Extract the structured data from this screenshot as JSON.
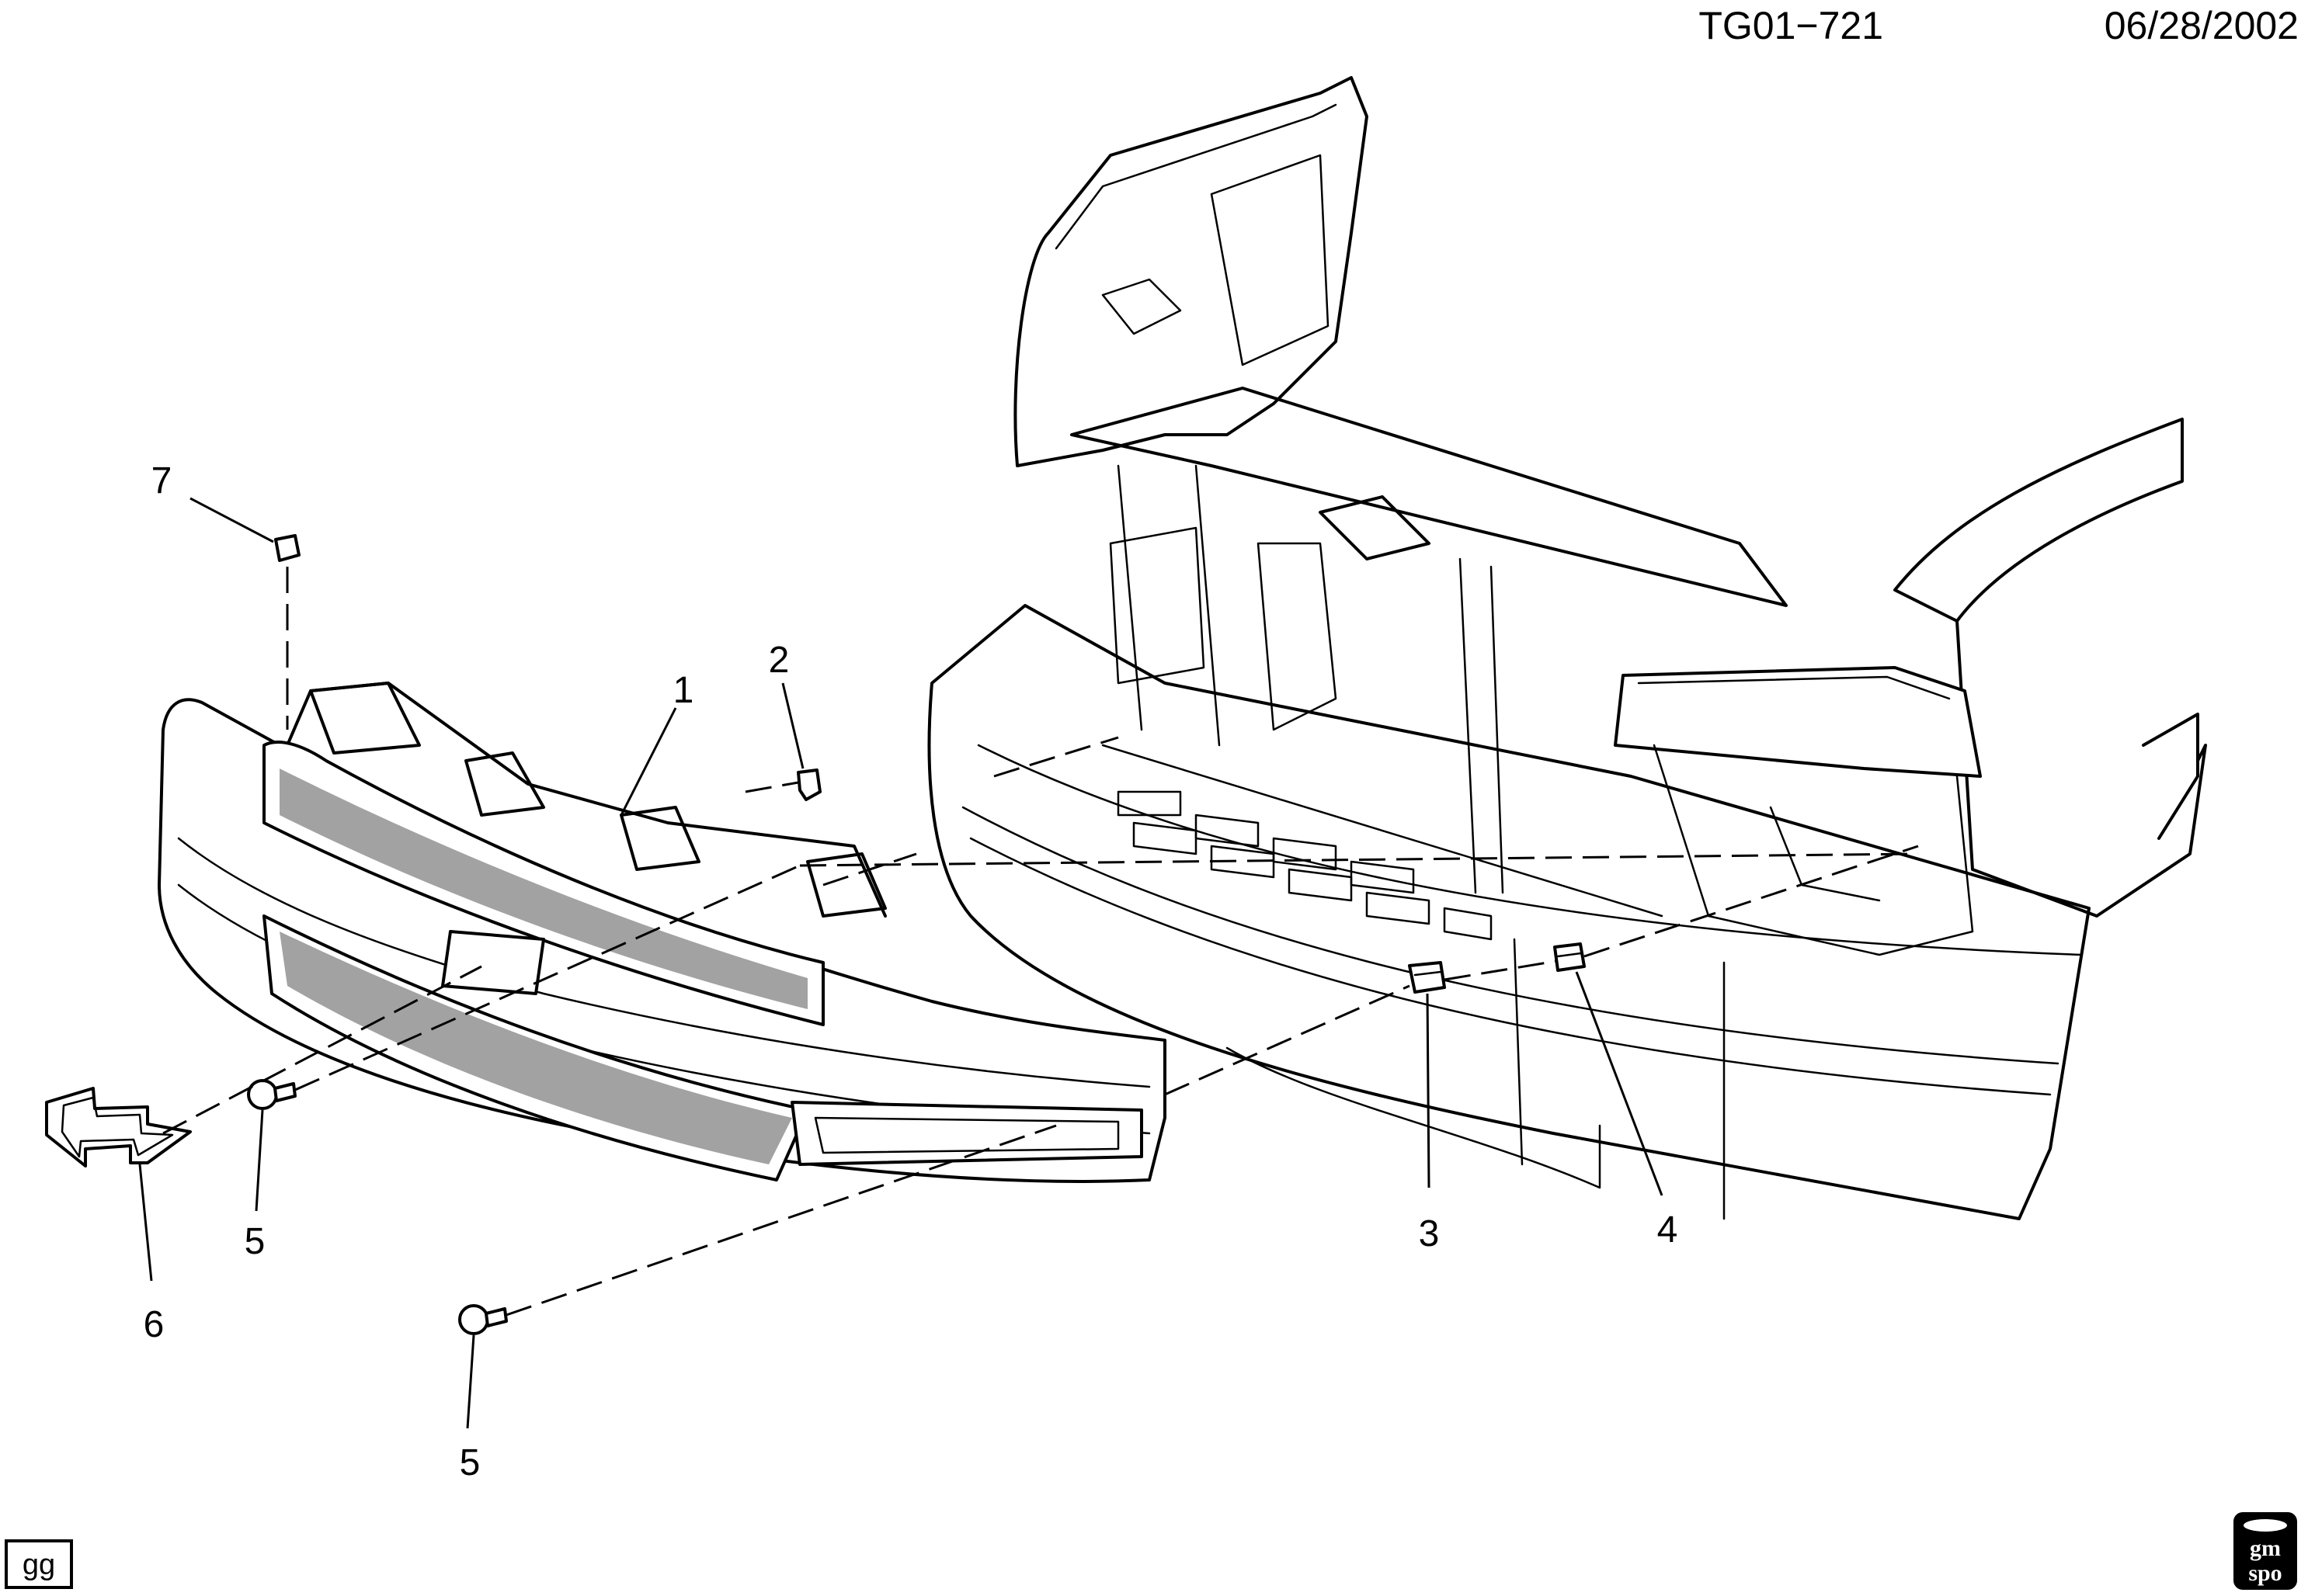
{
  "header": {
    "figure_id": "TG01−721",
    "date": "06/28/2002"
  },
  "callouts": {
    "c1": "1",
    "c2": "2",
    "c3": "3",
    "c4": "4",
    "c5a": "5",
    "c5b": "5",
    "c6": "6",
    "c7": "7"
  },
  "footer": {
    "box_label": "gg",
    "logo_top": "gm",
    "logo_bottom": "spo"
  },
  "colors": {
    "line": "#000000",
    "background": "#ffffff",
    "mesh": "#555555"
  }
}
